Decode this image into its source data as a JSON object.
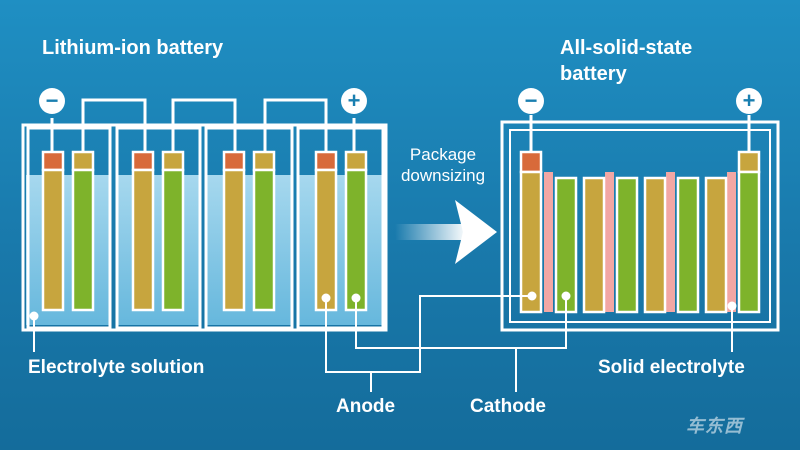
{
  "left": {
    "title": "Lithium-ion battery"
  },
  "right": {
    "title_line1": "All-solid-state",
    "title_line2": "battery"
  },
  "arrow": {
    "line1": "Package",
    "line2": "downsizing"
  },
  "labels": {
    "electrolyte_solution": "Electrolyte solution",
    "anode": "Anode",
    "cathode": "Cathode",
    "solid_electrolyte": "Solid electrolyte"
  },
  "terminals": {
    "negative": "−",
    "positive": "+"
  },
  "watermark": "车东西",
  "colors": {
    "background": "#1a7fb0",
    "anode": "#c7a53e",
    "cathode": "#7eb32b",
    "tab": "#d86a3a",
    "solid_electrolyte": "#f2a7a4",
    "electrolyte_liquid": "#9fd6ee",
    "outline": "#ffffff"
  }
}
